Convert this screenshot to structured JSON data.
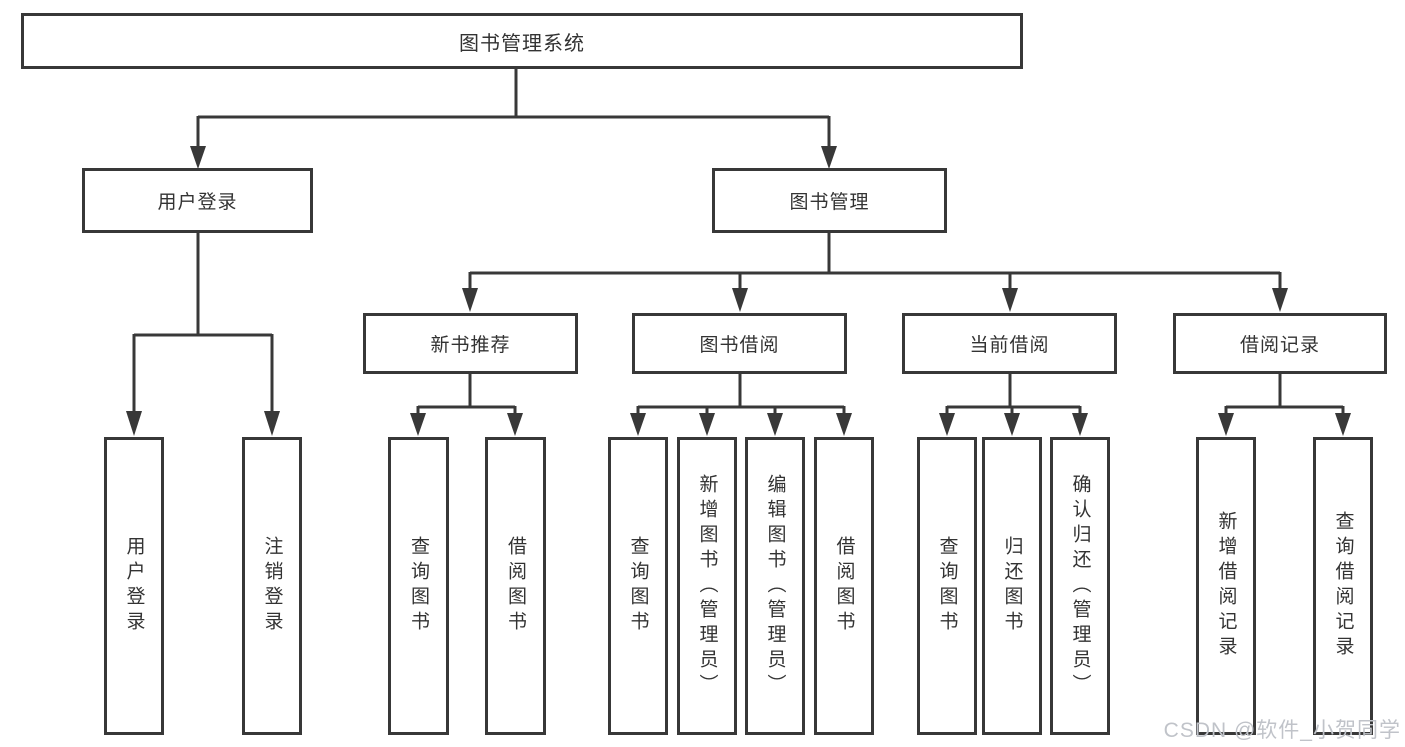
{
  "diagram": {
    "root": {
      "label": "图书管理系统"
    },
    "level2": [
      {
        "id": "user-login",
        "label": "用户登录"
      },
      {
        "id": "book-management",
        "label": "图书管理"
      }
    ],
    "level3": [
      {
        "id": "new-book-recommend",
        "label": "新书推荐"
      },
      {
        "id": "book-borrow",
        "label": "图书借阅"
      },
      {
        "id": "current-borrow",
        "label": "当前借阅"
      },
      {
        "id": "borrow-records",
        "label": "借阅记录"
      }
    ],
    "level4": {
      "user_login": [
        {
          "label": "用户登录"
        },
        {
          "label": "注销登录"
        }
      ],
      "new_book": [
        {
          "label": "查询图书"
        },
        {
          "label": "借阅图书"
        }
      ],
      "book_borrow": [
        {
          "label": "查询图书"
        },
        {
          "label": "新增图书（管理员）"
        },
        {
          "label": "编辑图书（管理员）"
        },
        {
          "label": "借阅图书"
        }
      ],
      "current_borrow": [
        {
          "label": "查询图书"
        },
        {
          "label": "归还图书"
        },
        {
          "label": "确认归还（管理员）"
        }
      ],
      "records": [
        {
          "label": "新增借阅记录"
        },
        {
          "label": "查询借阅记录"
        }
      ]
    }
  },
  "watermark": {
    "text": "CSDN @软件_小贺同学"
  },
  "colors": {
    "line": "#383838",
    "text": "#333333",
    "box_bg": "#ffffff",
    "background": "#ffffff",
    "watermark": "#c0c3c9"
  }
}
